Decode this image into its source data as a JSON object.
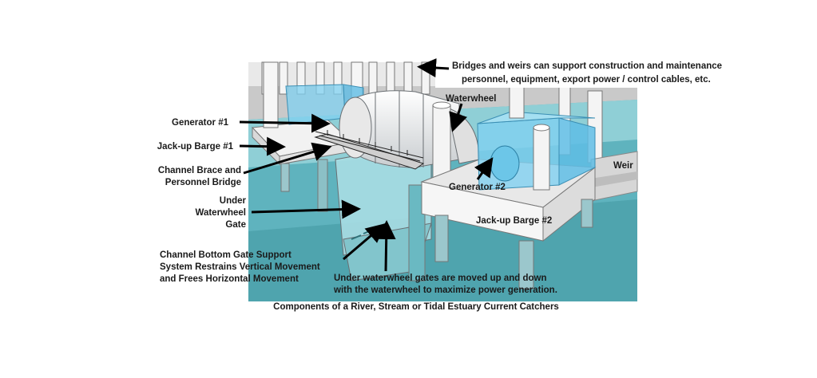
{
  "labels": {
    "bridges": "Bridges and weirs can support construction and maintenance",
    "bridges_2": "personnel, equipment, export power / control cables, etc.",
    "waterwheel": "Waterwheel",
    "generator1": "Generator #1",
    "jackup1": "Jack-up Barge #1",
    "channel_brace_1": "Channel Brace and",
    "channel_brace_2": "Personnel Bridge",
    "under_gate_1": "Under",
    "under_gate_2": "Waterwheel",
    "under_gate_3": "Gate",
    "weir": "Weir",
    "generator2": "Generator #2",
    "jackup2": "Jack-up Barge #2",
    "support_1": "Channel Bottom Gate Support",
    "support_2": "System Restrains Vertical Movement",
    "support_3": "and Frees Horizontal Movement",
    "gates_note_1": "Under waterwheel gates are moved up and down",
    "gates_note_2": "with the waterwheel to maximize power generation."
  },
  "caption": "Components of a River, Stream or Tidal Estuary Current Catchers",
  "colors": {
    "water_dark": "#5fb3be",
    "water_light": "#a9dde3",
    "glass_blue": "#7fd0f0",
    "barge_white": "#f0f0f0",
    "arrow": "#000000"
  }
}
